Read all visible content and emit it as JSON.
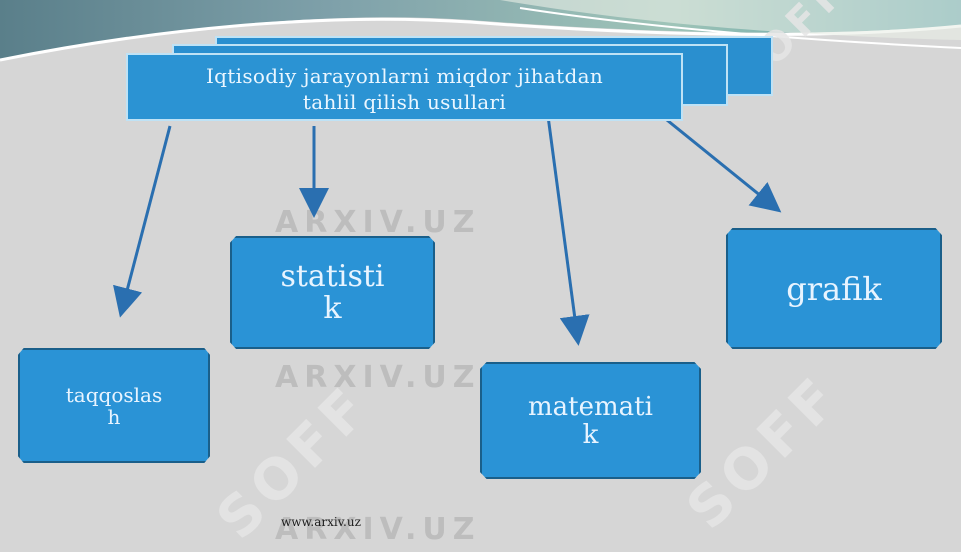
{
  "slide": {
    "title": "Iqtisodiy jarayonlarni miqdor jihatdan tahlil qilish usullari",
    "title_line1": "Iqtisodiy jarayonlarni miqdor jihatdan",
    "title_line2": "tahlil qilish usullari",
    "nodes": {
      "statistik": "statisti k",
      "grafik": "grafik",
      "taqqoslash": "taqqoslas h",
      "matematik": "matemati k"
    },
    "footer_url": "www.arxiv.uz"
  },
  "watermarks": {
    "arxiv": "ARXIV.UZ",
    "soff": "SOFF"
  },
  "colors": {
    "box_fill": "#2a93d6",
    "box_border": "#1a5f8a",
    "arrow": "#2a6fb0",
    "background": "#d6d6d6",
    "accent_green": "#6fb89a"
  }
}
